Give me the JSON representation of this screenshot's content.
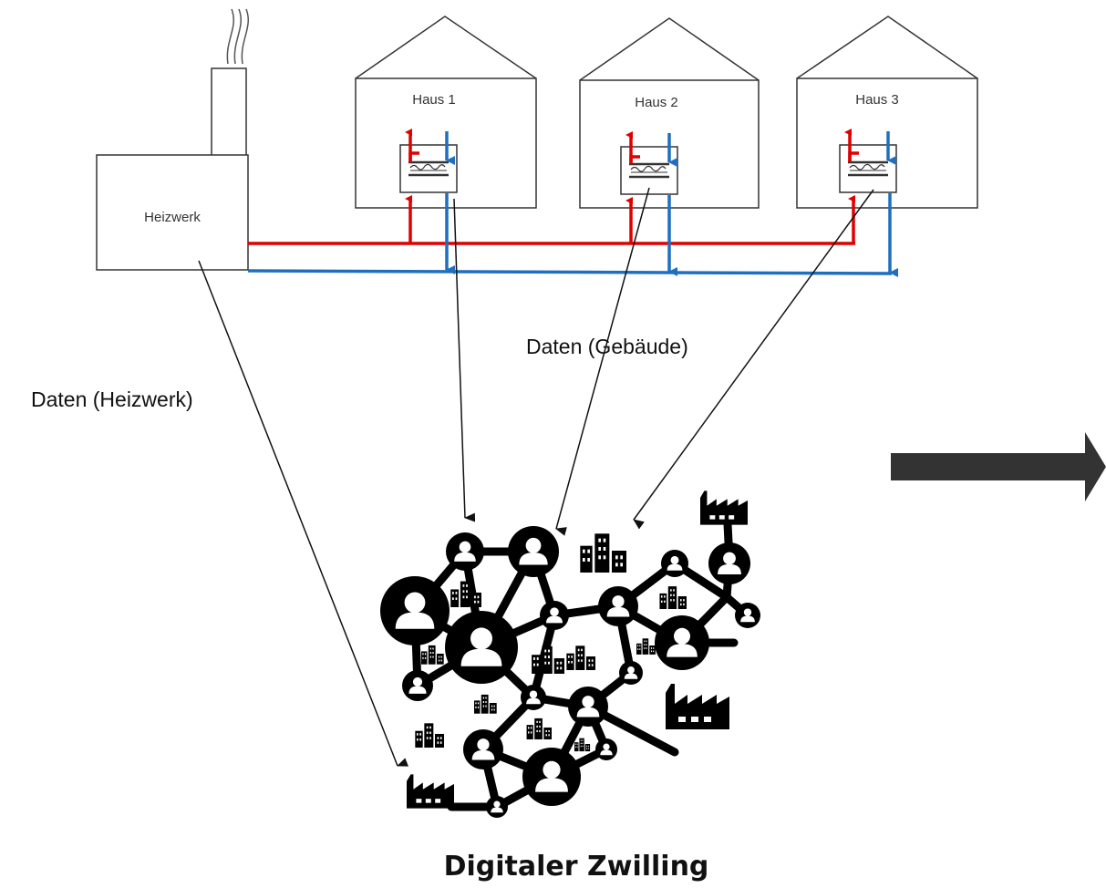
{
  "plant": {
    "label": "Heizwerk"
  },
  "houses": [
    {
      "label": "Haus 1"
    },
    {
      "label": "Haus 2"
    },
    {
      "label": "Haus 3"
    }
  ],
  "data_labels": {
    "plant_data": "Daten (Heizwerk)",
    "building_data": "Daten (Gebäude)"
  },
  "twin": {
    "title": "Digitaler Zwilling"
  },
  "colors": {
    "supply": "#e00000",
    "return": "#1f6fc0",
    "outline": "#333333",
    "network": "#000000",
    "big_arrow": "#333333"
  },
  "icons": [
    "factory-icon",
    "chimney-smoke-icon",
    "heat-exchanger-icon",
    "person-node-icon",
    "buildings-icon",
    "right-arrow-icon"
  ]
}
